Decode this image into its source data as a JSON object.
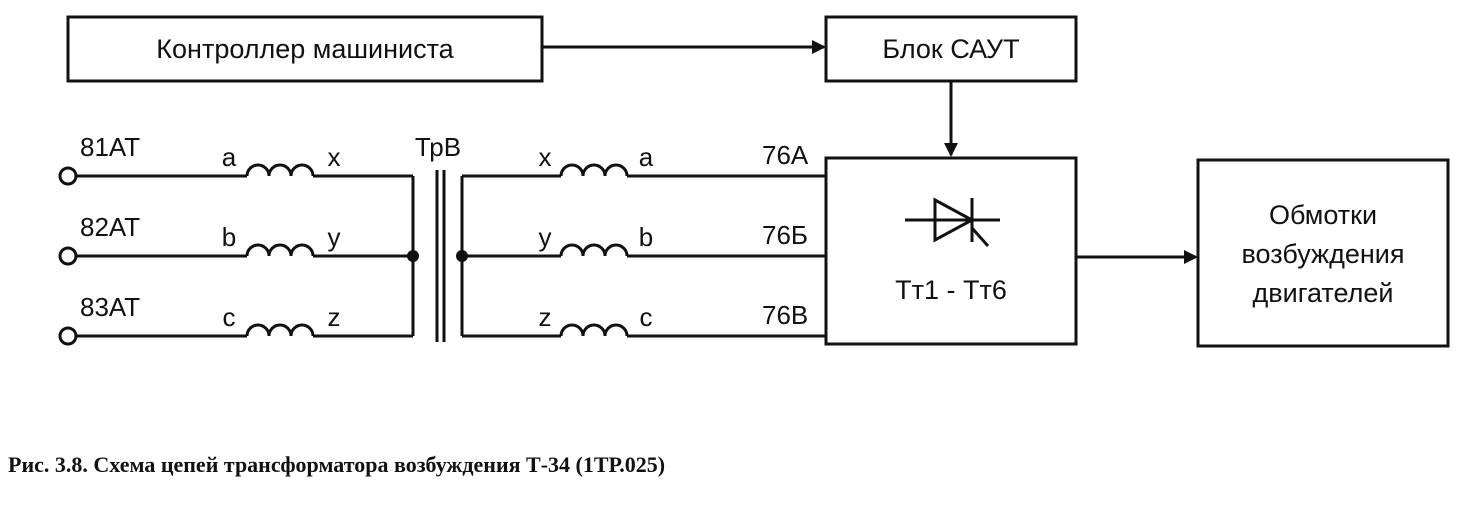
{
  "blocks": {
    "controller": "Контроллер машиниста",
    "saut": "Блок САУТ",
    "thyristors": "Тт1 - Тт6",
    "motors": [
      "Обмотки",
      "возбуждения",
      "двигателей"
    ]
  },
  "transformer_label": "ТрВ",
  "inputs": [
    "81АТ",
    "82АТ",
    "83АТ"
  ],
  "primary_windings": [
    {
      "start": "a",
      "end": "x"
    },
    {
      "start": "b",
      "end": "y"
    },
    {
      "start": "c",
      "end": "z"
    }
  ],
  "secondary_windings": [
    {
      "start": "x",
      "end": "a"
    },
    {
      "start": "y",
      "end": "b"
    },
    {
      "start": "z",
      "end": "c"
    }
  ],
  "outputs": [
    "76А",
    "76Б",
    "76В"
  ],
  "caption": "Рис. 3.8. Схема цепей трансформатора возбуждения Т-34 (1ТР.025)"
}
